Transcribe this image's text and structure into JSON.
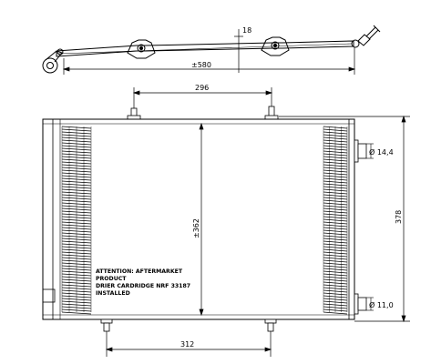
{
  "dimensions": {
    "top_offset": "18",
    "top_length": "±580",
    "inlet_spacing_top": "296",
    "core_height": "±362",
    "overall_height": "378",
    "inlet_spacing_bottom": "312",
    "pipe_top_diameter": "Ø 14,4",
    "pipe_bottom_diameter": "Ø 11,0"
  },
  "note": {
    "line1": "ATTENTION: AFTERMARKET",
    "line2": "PRODUCT",
    "line3": "DRIER CARDRIDGE NRF 33187",
    "line4": "INSTALLED"
  },
  "colors": {
    "line": "#000000",
    "background": "#ffffff"
  }
}
